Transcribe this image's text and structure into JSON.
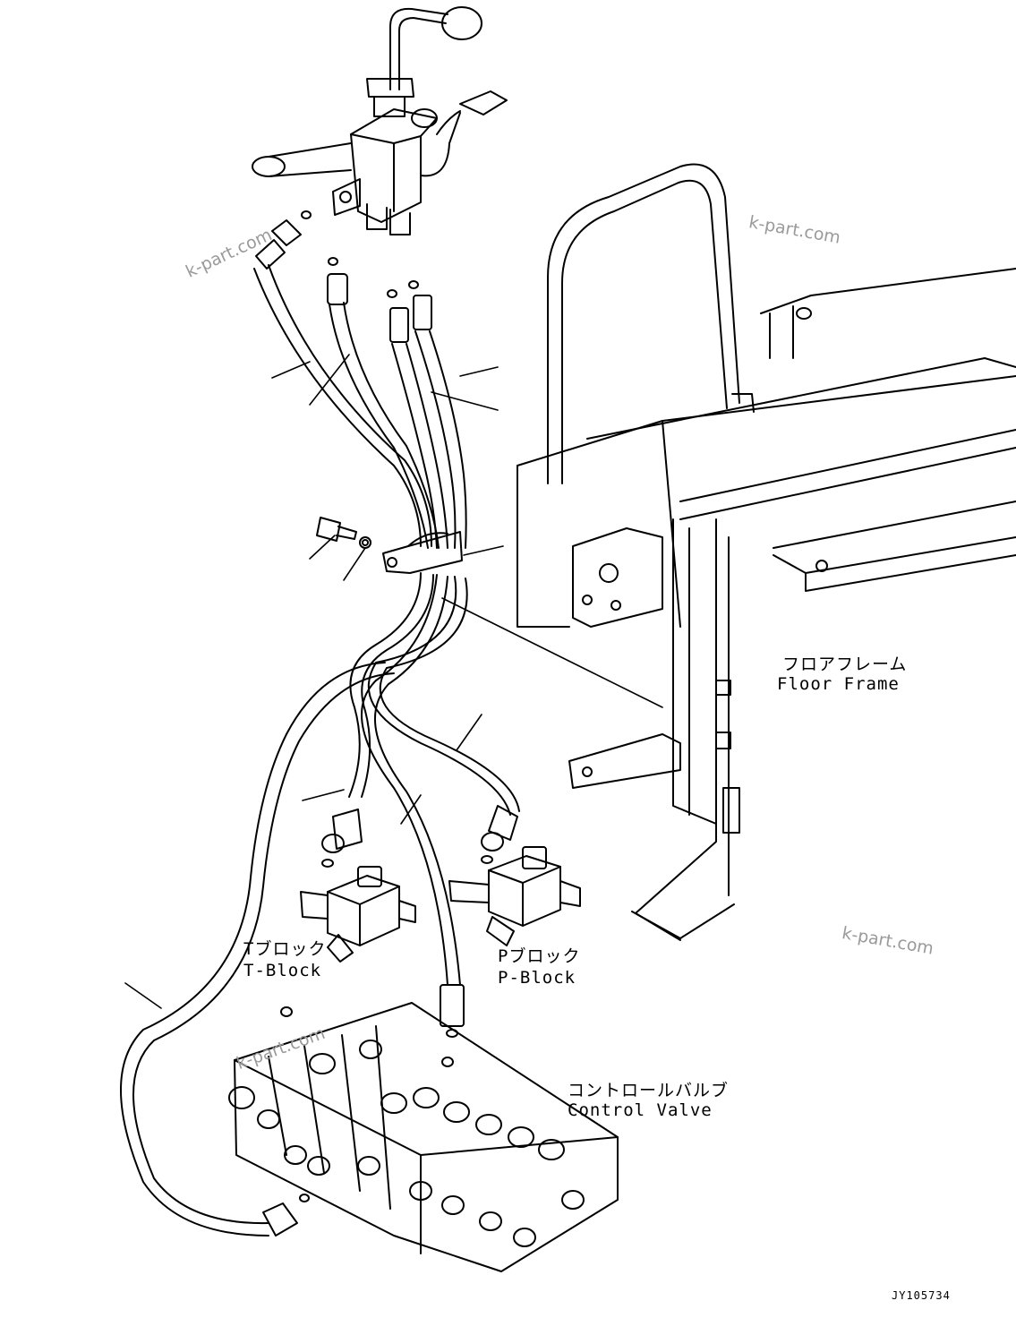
{
  "labels": {
    "floor_frame_jp": "フロアフレーム",
    "floor_frame_en": "Floor Frame",
    "t_block_jp": "Tブロック",
    "t_block_en": "T-Block",
    "p_block_jp": "Pブロック",
    "p_block_en": "P-Block",
    "control_valve_jp": "コントロールバルブ",
    "control_valve_en": "Control Valve"
  },
  "watermark": "k-part.com",
  "drawing_code": "JY105734"
}
